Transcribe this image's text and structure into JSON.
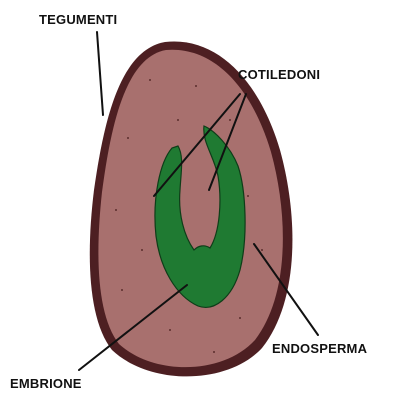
{
  "labels": {
    "tegumenti": "TEGUMENTI",
    "cotiledoni": "COTILEDONI",
    "endosperma": "ENDOSPERMA",
    "embrione": "EMBRIONE"
  },
  "colors": {
    "seed_coat": "#4d1f22",
    "endosperm": "#a8706e",
    "embryo": "#1f7a32",
    "leader_lines": "#111111"
  }
}
